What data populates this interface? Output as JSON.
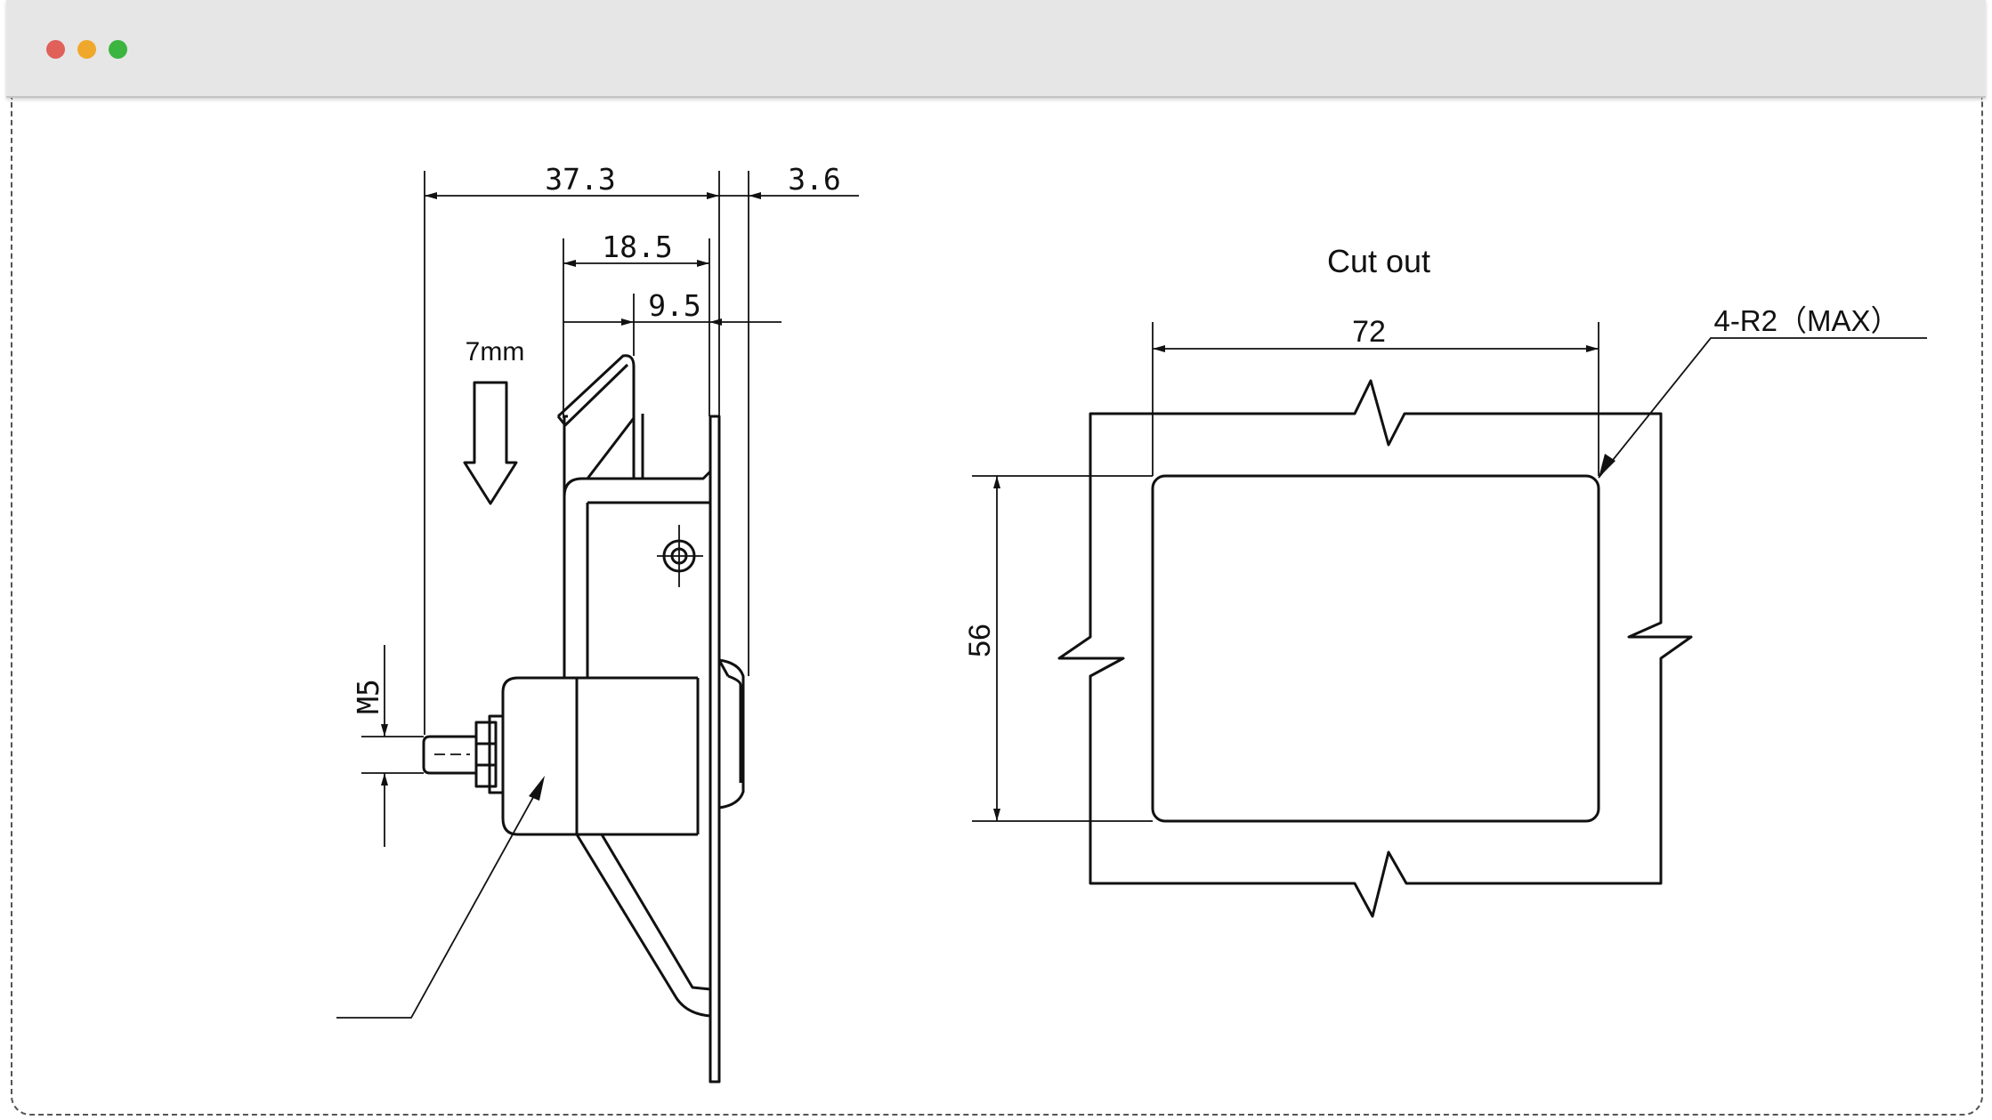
{
  "window": {
    "controls": [
      {
        "name": "close",
        "color": "#e0605a"
      },
      {
        "name": "minimize",
        "color": "#f0a82c"
      },
      {
        "name": "maximize",
        "color": "#3cb440"
      }
    ]
  },
  "side_view": {
    "dim_overall": "37.3",
    "dim_plate": "3.6",
    "dim_body": "18.5",
    "dim_offset": "9.5",
    "travel": "7mm",
    "thread": "M5"
  },
  "cutout": {
    "title": "Cut out",
    "width": "72",
    "height": "56",
    "corner_radius": "4-R2（MAX）"
  }
}
